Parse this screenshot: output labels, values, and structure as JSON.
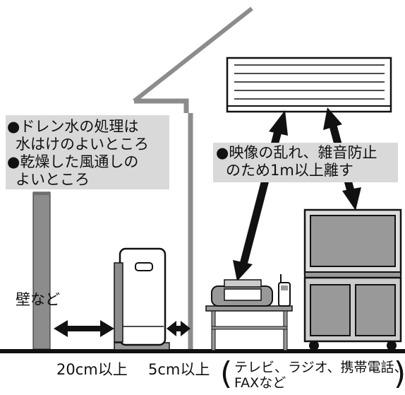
{
  "note_left": [
    "●ドレン水の処理は",
    "水はけのよいところ",
    "●乾燥した風通しの",
    "よいところ"
  ],
  "note_right": [
    "●映像の乱れ、雑音防止",
    "のため1m以上離す"
  ],
  "wall_label": "壁など",
  "dist_left": "20cm以上",
  "dist_right": "5cm以上",
  "devices_note": [
    "テレビ、ラジオ、携帯電話、",
    "FAXなど"
  ],
  "colors": {
    "note_bg": "#d9d9d9",
    "line": "#111111",
    "wall_gray": "#8c8c8c",
    "ground": "#111111"
  }
}
